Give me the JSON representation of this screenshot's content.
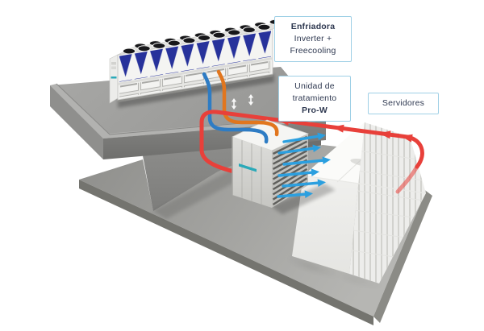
{
  "labels": {
    "chiller_line1": "Enfriadora",
    "chiller_line2": "Inverter +",
    "chiller_line3": "Freecooling",
    "treatment_line1": "Unidad de",
    "treatment_line2": "tratamiento",
    "treatment_line3": "Pro-W",
    "servers_line1": "Servidores"
  },
  "colors": {
    "label_border": "#9fd0e6",
    "label_text": "#2e3850",
    "hot_line": "#e8403a",
    "cold_pipe": "#2e7cc4",
    "warm_pipe": "#e1761e",
    "cold_air": "#2b9fdf",
    "coil_blue": "#27329b",
    "brand_teal": "#2aa9b8"
  },
  "flows": [
    {
      "name": "hot-air-return",
      "color_key": "hot_line",
      "from": "Servidores",
      "to": "Unidad de tratamiento Pro-W"
    },
    {
      "name": "cold-air-supply",
      "color_key": "cold_air",
      "from": "Unidad de tratamiento Pro-W",
      "to": "Servidores"
    },
    {
      "name": "chilled-water-supply",
      "color_key": "cold_pipe",
      "from": "Enfriadora",
      "to": "Unidad de tratamiento Pro-W"
    },
    {
      "name": "water-return",
      "color_key": "warm_pipe",
      "from": "Unidad de tratamiento Pro-W",
      "to": "Enfriadora"
    }
  ]
}
